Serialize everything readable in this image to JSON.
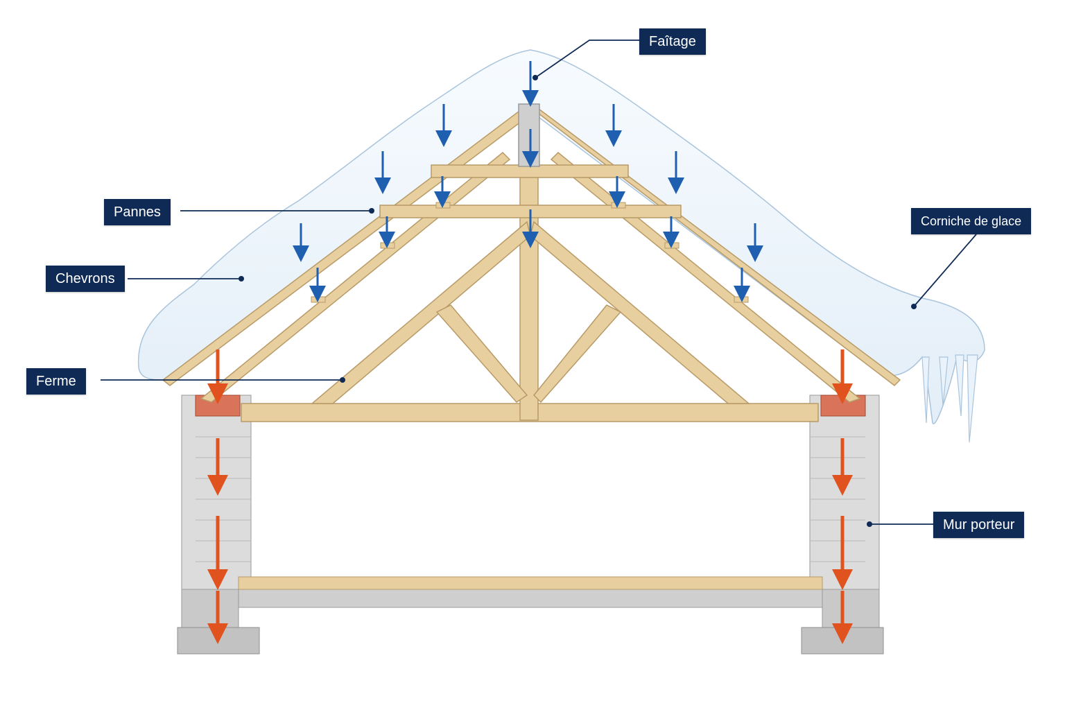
{
  "labels": {
    "faitage": "Faîtage",
    "pannes": "Pannes",
    "chevrons": "Chevrons",
    "ferme": "Ferme",
    "corniche": "Corniche de glace",
    "mur": "Mur porteur"
  },
  "colors": {
    "label_bg": "#0e2a55",
    "snow_load_arrow": "#1f5fb0",
    "wall_load_arrow": "#e0531f",
    "timber": "#e8cfa0",
    "snow": "#eef5fb",
    "masonry": "#d9d9d9",
    "plate": "#d9735a"
  }
}
